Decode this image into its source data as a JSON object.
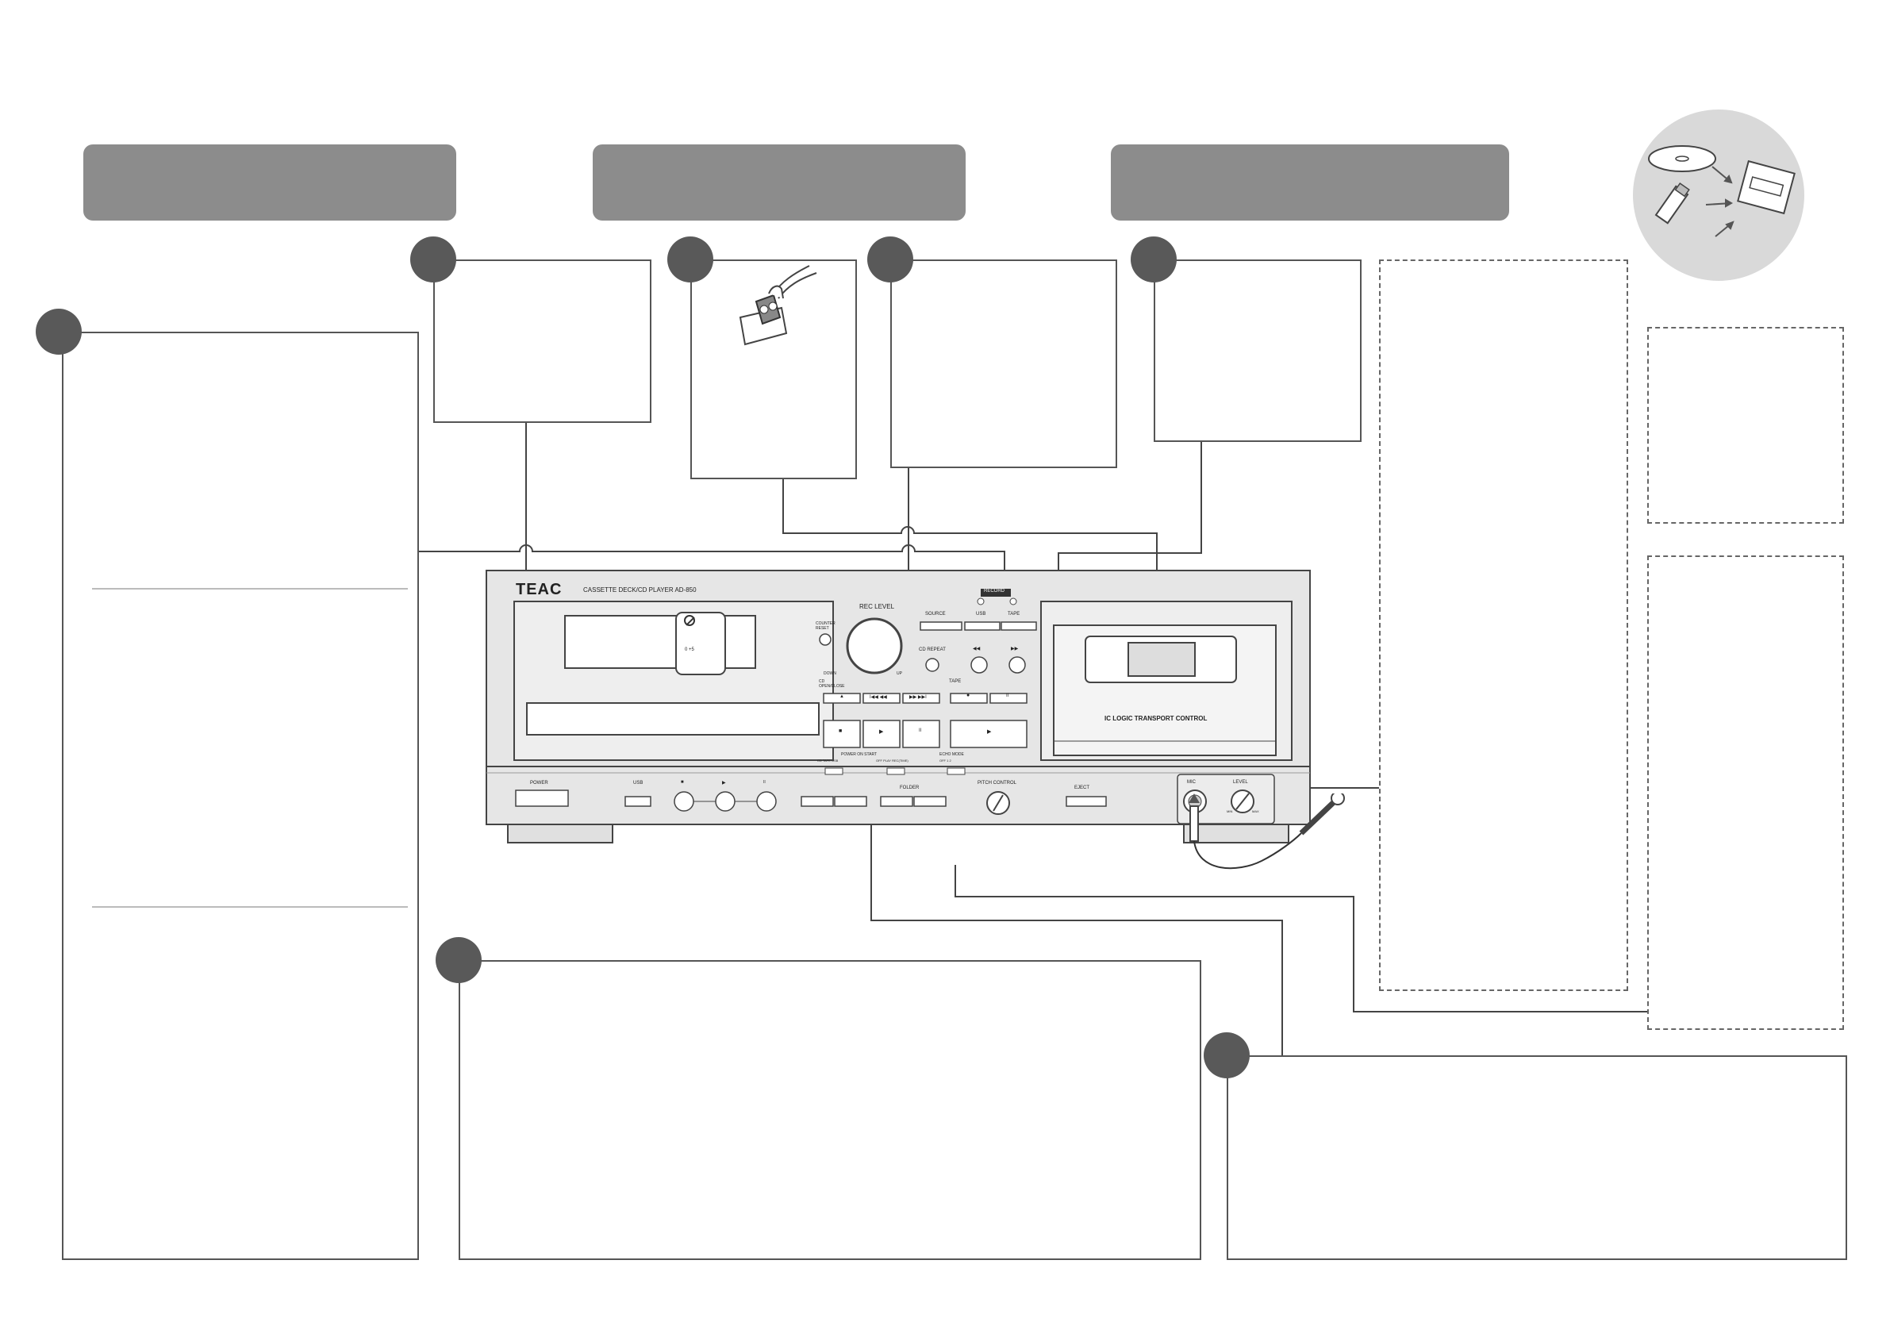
{
  "device": {
    "brand": "TEAC",
    "model_line": "CASSETTE DECK/CD PLAYER AD-850",
    "labels": {
      "rec_level": "REC LEVEL",
      "down": "DOWN",
      "up": "UP",
      "counter_reset": "COUNTER RESET",
      "source": "SOURCE",
      "record": "RECORD",
      "usb": "USB",
      "tape": "TAPE",
      "cd_repeat": "CD REPEAT",
      "cd_open_close": "CD OPEN/CLOSE",
      "tape_section": "TAPE",
      "logic_control": "IC LOGIC TRANSPORT CONTROL",
      "power": "POWER",
      "usb_port": "USB",
      "power_on_start": "POWER ON START",
      "power_on_options": "CD  TAPE  USB",
      "start_options": "OFF  PLAY  REC(TIME)",
      "echo_mode": "ECHO MODE",
      "echo_options": "OFF  1  2",
      "folder": "FOLDER",
      "pitch_control": "PITCH CONTROL",
      "eject": "EJECT",
      "mic": "MIC",
      "level": "LEVEL",
      "min": "MIN",
      "max": "MAX",
      "tab_values": "0  +5"
    },
    "tape_symbols": {
      "rew": "◀◀",
      "ff": "▶▶",
      "rec": "●",
      "stop": "■",
      "play": "▶",
      "pause": "II",
      "eject": "▲",
      "prev": "I◀◀ ◀◀",
      "next": "▶▶ ▶▶I"
    }
  },
  "icons": [
    "no-sign-icon",
    "cd-icon",
    "usb-stick-icon",
    "cassette-icon",
    "microphone-icon",
    "hand-cassette-icon"
  ],
  "colors": {
    "header": "#8c8c8c",
    "badge": "#595959",
    "panel": "#e6e6e6"
  }
}
